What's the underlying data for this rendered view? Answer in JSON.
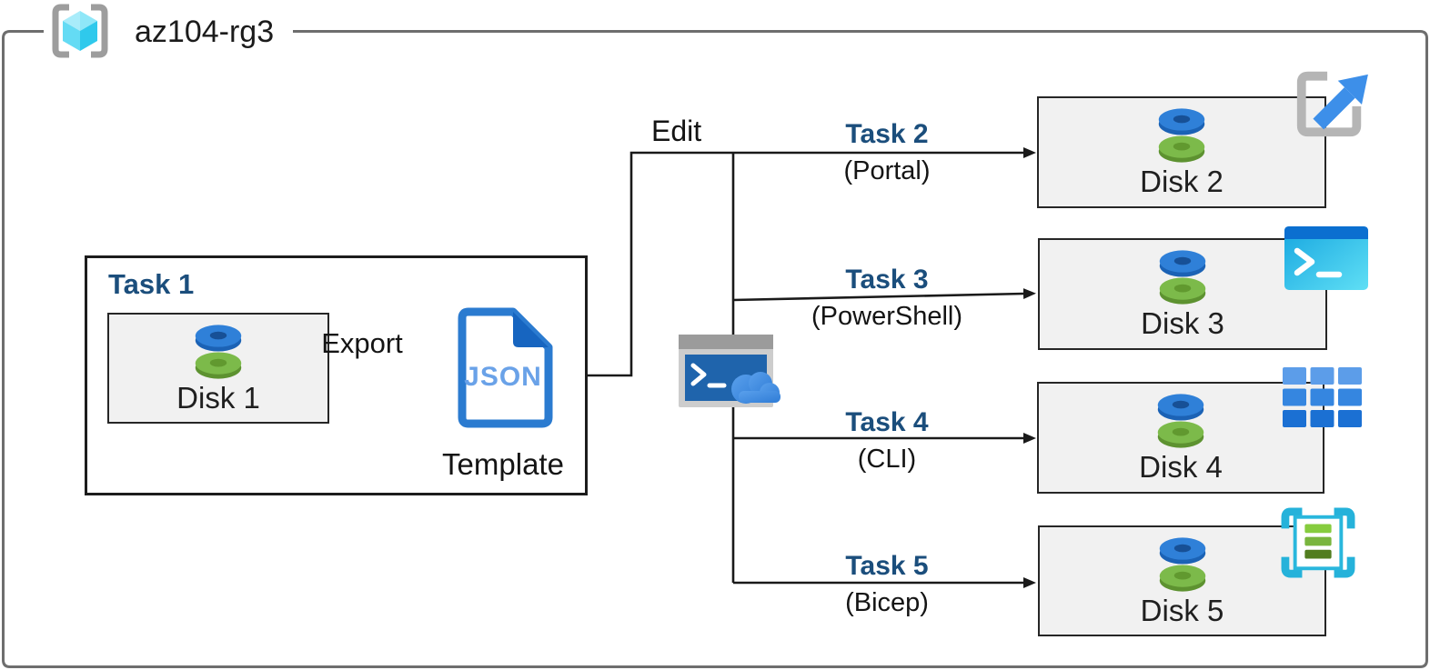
{
  "resource_group": {
    "name": "az104-rg3",
    "icon": "resource-group-icon"
  },
  "task1": {
    "title": "Task 1",
    "disk_label": "Disk 1",
    "disk_icon": "disk-icon"
  },
  "export_arrow_label": "Export",
  "edit_label": "Edit",
  "template": {
    "doc_text": "JSON",
    "caption": "Template",
    "icon": "json-file-icon"
  },
  "cloud_shell": {
    "icon": "cloud-shell-icon"
  },
  "tasks": [
    {
      "title": "Task 2",
      "tool": "(Portal)",
      "disk_label": "Disk 2",
      "disk_icon": "disk-icon",
      "corner_icon": "azure-portal-icon"
    },
    {
      "title": "Task 3",
      "tool": "(PowerShell)",
      "disk_label": "Disk 3",
      "disk_icon": "disk-icon",
      "corner_icon": "powershell-icon"
    },
    {
      "title": "Task 4",
      "tool": "(CLI)",
      "disk_label": "Disk 4",
      "disk_icon": "disk-icon",
      "corner_icon": "azure-cli-icon"
    },
    {
      "title": "Task 5",
      "tool": "(Bicep)",
      "disk_label": "Disk 5",
      "disk_icon": "disk-icon",
      "corner_icon": "bicep-icon"
    }
  ],
  "colors": {
    "task_label": "#1B4E7C",
    "connector": "#1A1A1A",
    "outer_border": "#6E6E6E",
    "disk_box_fill": "#F1F1F1",
    "azure_blue": "#2F80D8",
    "disk_green": "#7CBA4A",
    "json_blue": "#2B7BD0",
    "bicep_cyan": "#25B2DA"
  }
}
